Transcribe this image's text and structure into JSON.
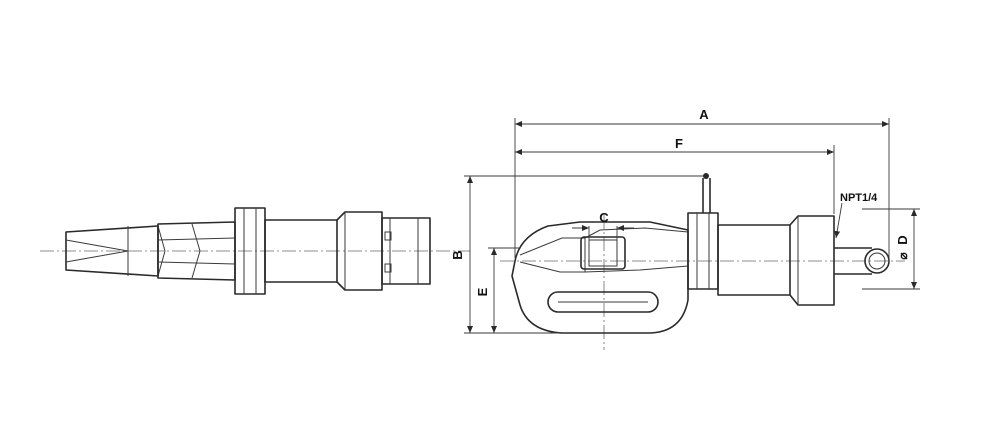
{
  "labels": {
    "A": "A",
    "F": "F",
    "B": "B",
    "E": "E",
    "C": "C",
    "D": "D",
    "dia": "⌀",
    "npt": "NPT1/4"
  },
  "colors": {
    "line": "#2a2a2a",
    "text": "#111111"
  }
}
